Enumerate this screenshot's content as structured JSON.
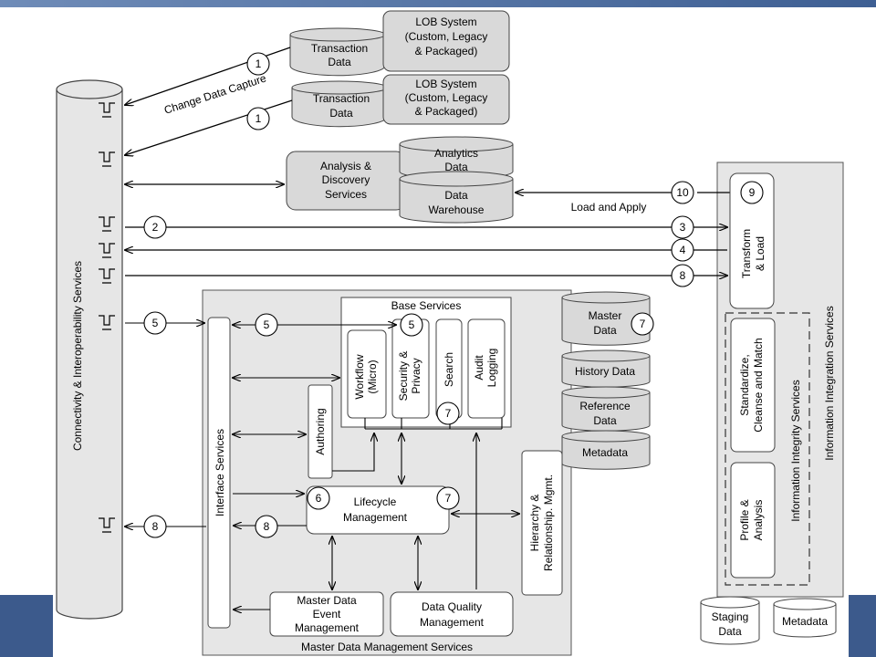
{
  "lob_system_1": [
    "LOB System",
    "(Custom, Legacy",
    "& Packaged)"
  ],
  "lob_system_2": [
    "LOB System",
    "(Custom, Legacy",
    "& Packaged)"
  ],
  "transaction_data_1": [
    "Transaction",
    "Data"
  ],
  "transaction_data_2": [
    "Transaction",
    "Data"
  ],
  "change_data_capture": "Change Data Capture",
  "analysis_discovery": [
    "Analysis &",
    "Discovery",
    "Services"
  ],
  "analytics_data": [
    "Analytics",
    "Data"
  ],
  "data_warehouse": [
    "Data",
    "Warehouse"
  ],
  "load_and_apply": "Load and Apply",
  "connectivity": "Connectivity & Interoperability Services",
  "transform_load": [
    "Transform",
    "& Load"
  ],
  "info_integration": "Information Integration Services",
  "info_integrity": "Information Integrity Services",
  "standardize": [
    "Standardize,",
    "Cleanse and Match"
  ],
  "profile": [
    "Profile &",
    "Analysis"
  ],
  "staging_data": [
    "Staging",
    "Data"
  ],
  "metadata_right": "Metadata",
  "base_services": "Base Services",
  "workflow": [
    "Workflow",
    "(Micro)"
  ],
  "security": [
    "Security &",
    "Privacy"
  ],
  "search": "Search",
  "audit": [
    "Audit",
    "Logging"
  ],
  "master_data": [
    "Master",
    "Data"
  ],
  "history_data": "History Data",
  "reference_data": [
    "Reference",
    "Data"
  ],
  "metadata_mid": "Metadata",
  "interface_services": "Interface Services",
  "authoring": "Authoring",
  "lifecycle": [
    "Lifecycle",
    "Management"
  ],
  "hierarchy": [
    "Hierarchy &",
    "Relationship. Mgmt."
  ],
  "event_mgmt": [
    "Master Data",
    "Event",
    "Management"
  ],
  "dq_mgmt": [
    "Data Quality",
    "Management"
  ],
  "mdm_services": "Master Data Management Services",
  "numbers": {
    "n1a": "1",
    "n1b": "1",
    "n2": "2",
    "n3": "3",
    "n4": "4",
    "n5a": "5",
    "n5b": "5",
    "n5c": "5",
    "n6": "6",
    "n7a": "7",
    "n7b": "7",
    "n7c": "7",
    "n8a": "8",
    "n8b": "8",
    "n8c": "8",
    "n9": "9",
    "n10": "10"
  }
}
